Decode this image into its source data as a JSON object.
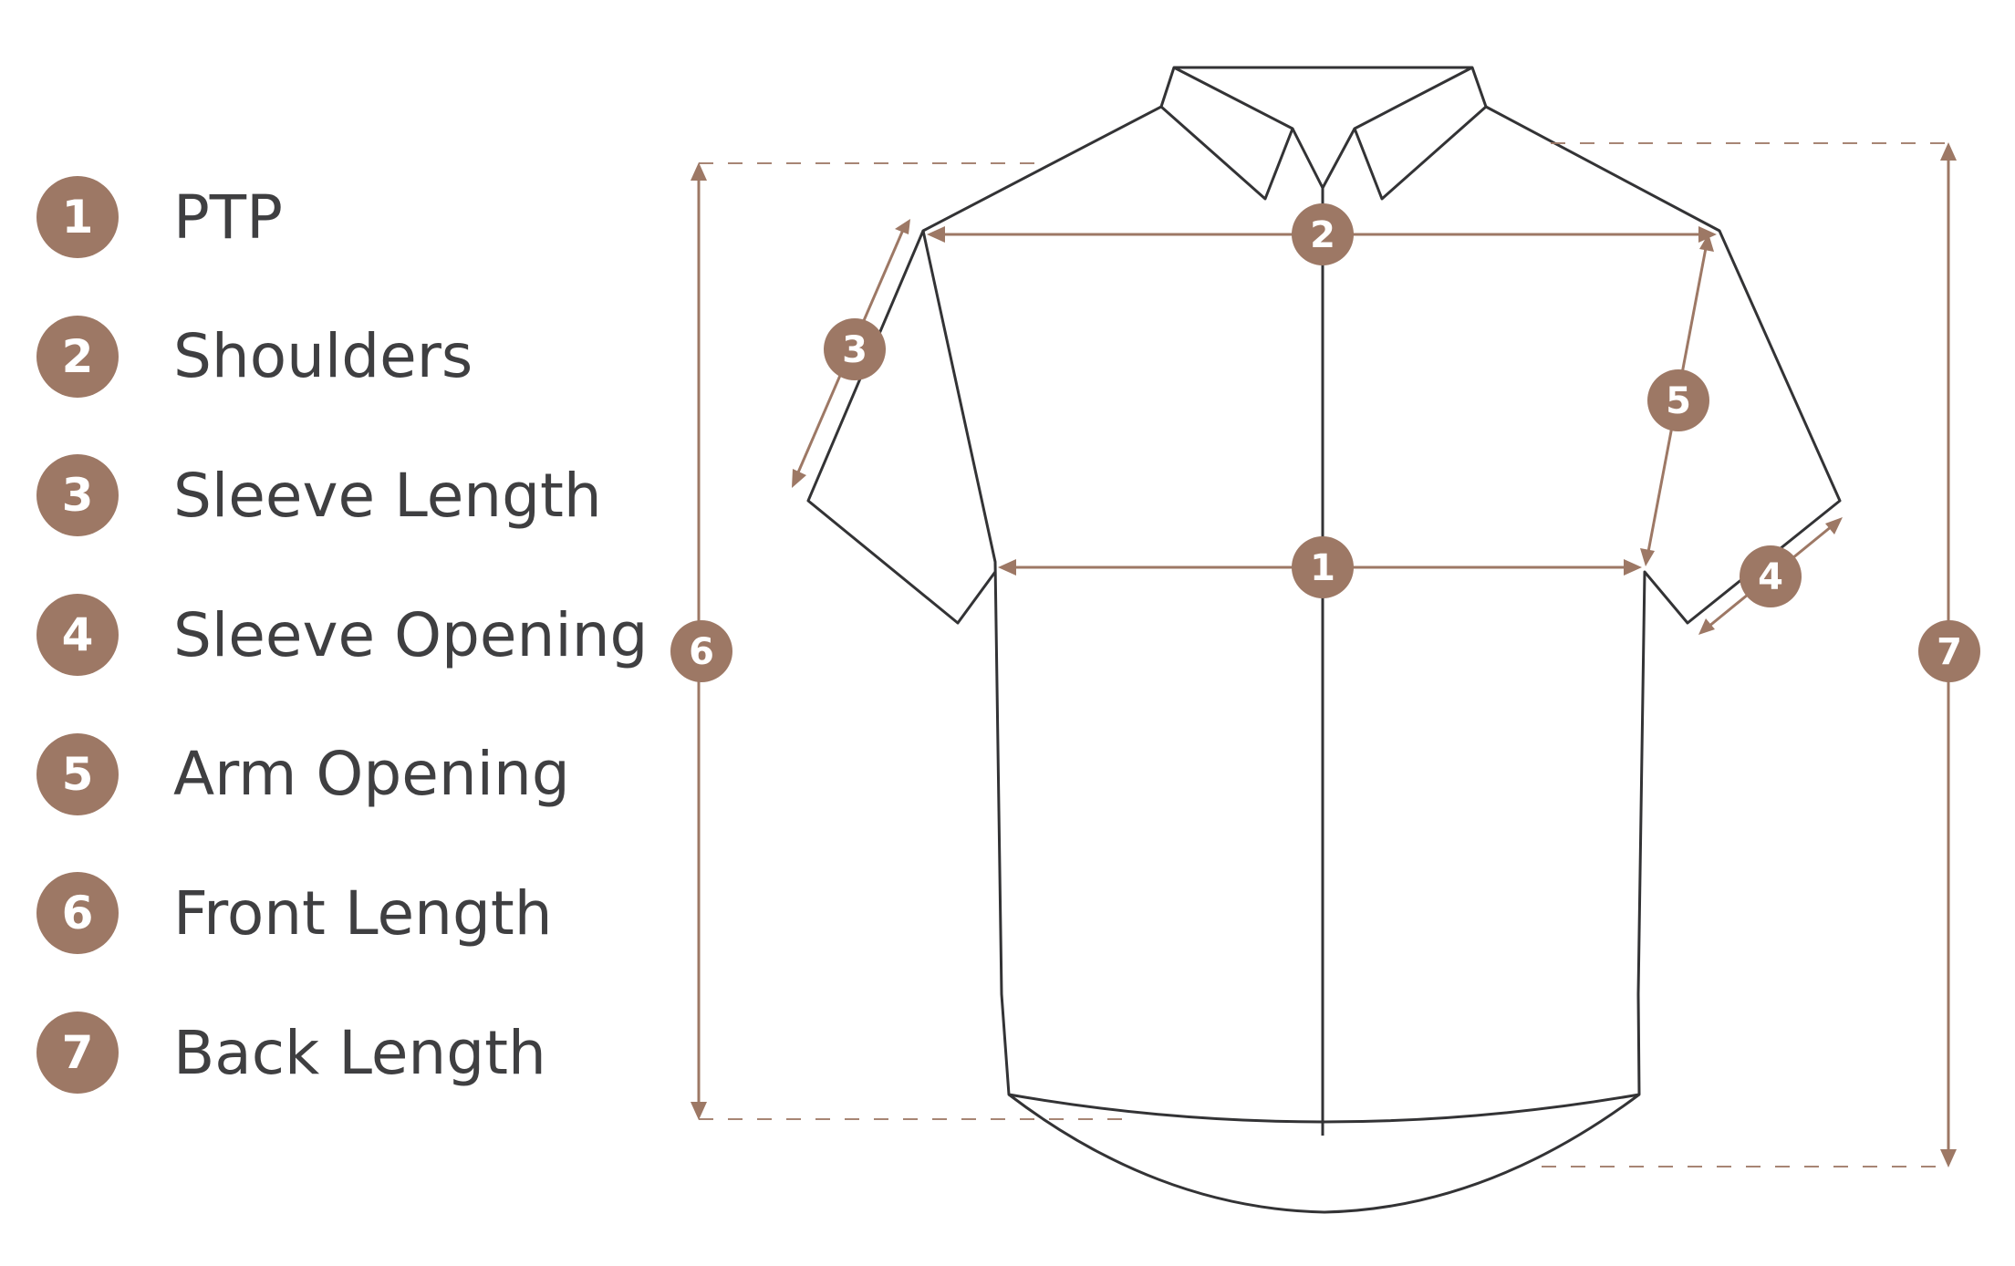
{
  "legend": [
    {
      "number": "1",
      "label": "PTP"
    },
    {
      "number": "2",
      "label": "Shoulders"
    },
    {
      "number": "3",
      "label": "Sleeve Length"
    },
    {
      "number": "4",
      "label": "Sleeve Opening"
    },
    {
      "number": "5",
      "label": "Arm Opening"
    },
    {
      "number": "6",
      "label": "Front Length"
    },
    {
      "number": "7",
      "label": "Back Length"
    }
  ],
  "markers": [
    "1",
    "2",
    "3",
    "4",
    "5",
    "6",
    "7"
  ],
  "colors": {
    "accent": "#9d7865",
    "outline": "#333335",
    "text": "#3f3f41"
  }
}
